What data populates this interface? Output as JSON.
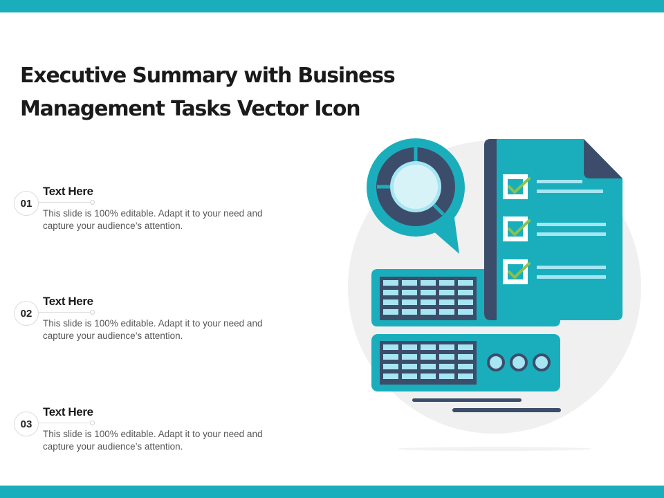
{
  "slide": {
    "title_line1": "Executive Summary with Business",
    "title_line2": "Management Tasks Vector Icon"
  },
  "items": [
    {
      "number": "01",
      "heading": "Text Here",
      "body_line1": "This slide is 100% editable. Adapt it to your need and",
      "body_line2": "capture your audience’s attention."
    },
    {
      "number": "02",
      "heading": "Text Here",
      "body_line1": "This slide is 100% editable. Adapt it to your need and",
      "body_line2": "capture your audience’s attention."
    },
    {
      "number": "03",
      "heading": "Text Here",
      "body_line1": "This slide is 100% editable. Adapt it to your need and",
      "body_line2": "capture your audience’s attention."
    }
  ],
  "colors": {
    "accent": "#1aaebd",
    "dark": "#3c4d6b",
    "light": "#a6e6f2",
    "check": "#8bc34a",
    "background_circle": "#f0f0f0"
  },
  "icons": [
    "donut-chart-speech-bubble-icon",
    "checklist-document-icon",
    "keyboard-icon",
    "server-icon"
  ]
}
